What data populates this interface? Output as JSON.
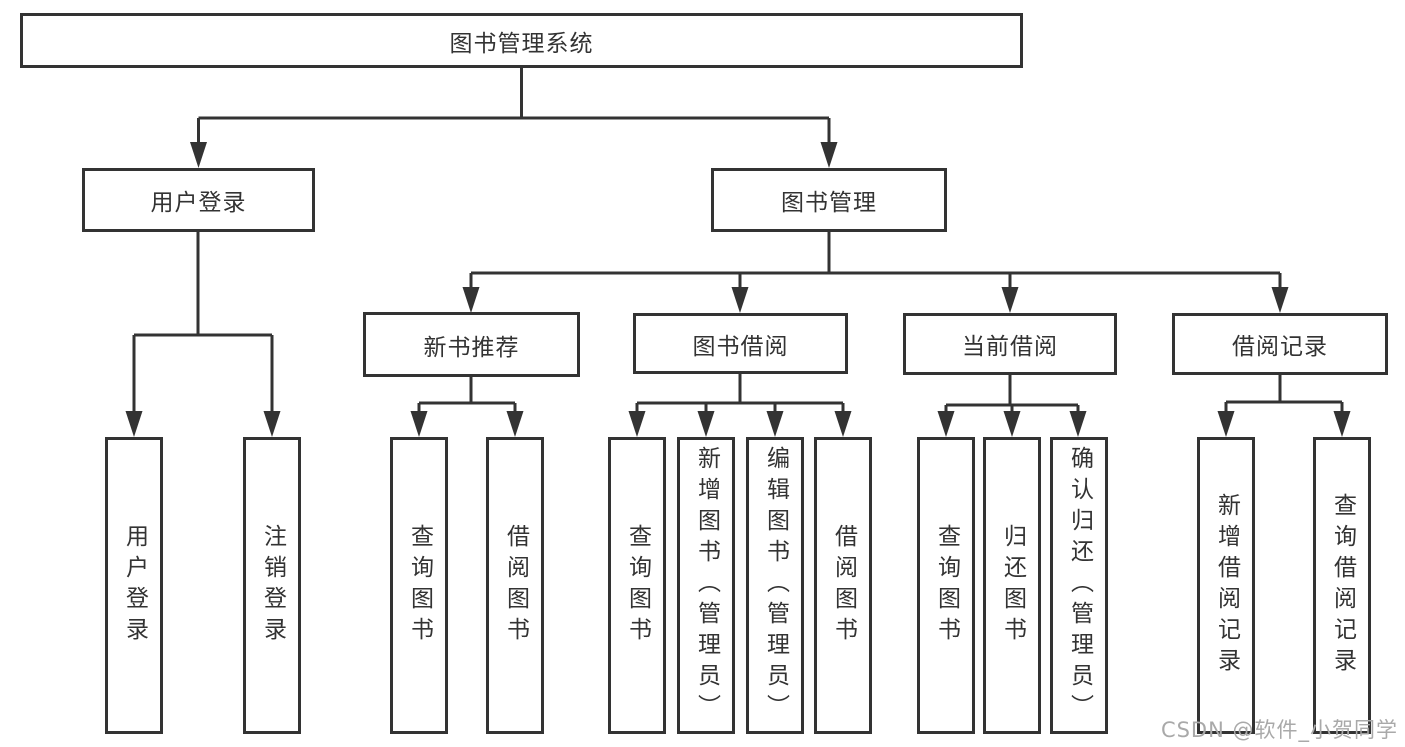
{
  "diagram_title": "图书管理系统",
  "colors": {
    "box_border": "#333333",
    "box_fill": "#ffffff",
    "text": "#333333",
    "connector": "#333333",
    "watermark": "#a9a9a9",
    "background": "#ffffff"
  },
  "tree": {
    "label": "图书管理系统",
    "children": [
      {
        "label": "用户登录",
        "children": [
          {
            "label": "用户登录"
          },
          {
            "label": "注销登录"
          }
        ]
      },
      {
        "label": "图书管理",
        "children": [
          {
            "label": "新书推荐",
            "children": [
              {
                "label": "查询图书"
              },
              {
                "label": "借阅图书"
              }
            ]
          },
          {
            "label": "图书借阅",
            "children": [
              {
                "label": "查询图书"
              },
              {
                "label": "新增图书（管理员）"
              },
              {
                "label": "编辑图书（管理员）"
              },
              {
                "label": "借阅图书"
              }
            ]
          },
          {
            "label": "当前借阅",
            "children": [
              {
                "label": "查询图书"
              },
              {
                "label": "归还图书"
              },
              {
                "label": "确认归还（管理员）"
              }
            ]
          },
          {
            "label": "借阅记录",
            "children": [
              {
                "label": "新增借阅记录"
              },
              {
                "label": "查询借阅记录"
              }
            ]
          }
        ]
      }
    ]
  },
  "watermark": {
    "text": "CSDN @软件_小贺同学"
  }
}
